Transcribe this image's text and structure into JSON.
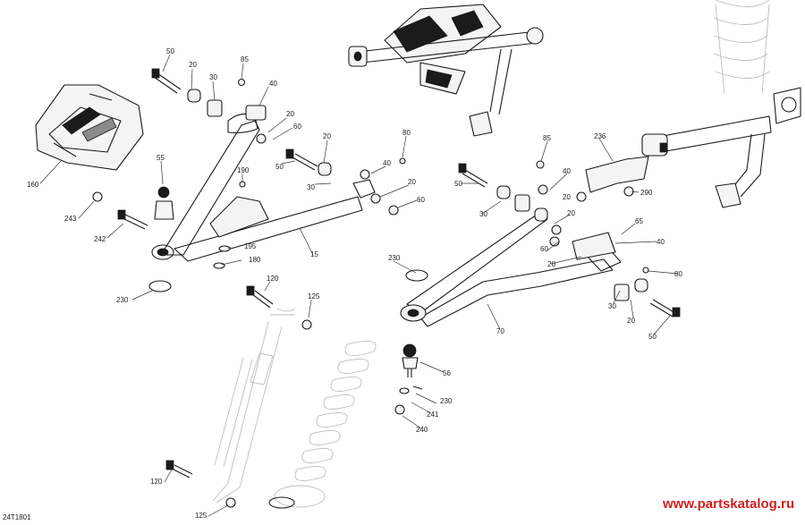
{
  "diagram": {
    "labels": [
      "50",
      "20",
      "30",
      "85",
      "40",
      "20",
      "60",
      "20",
      "50",
      "80",
      "40",
      "30",
      "20",
      "60",
      "190",
      "55",
      "160",
      "243",
      "242",
      "195",
      "180",
      "15",
      "230",
      "120",
      "125",
      "120",
      "125",
      "236",
      "85",
      "40",
      "290",
      "50",
      "30",
      "20",
      "20",
      "65",
      "40",
      "60",
      "20",
      "80",
      "230",
      "30",
      "20",
      "50",
      "70",
      "56",
      "230",
      "241",
      "240"
    ],
    "drawing_code": "24T1801",
    "watermark": "www.partskatalog.ru"
  }
}
